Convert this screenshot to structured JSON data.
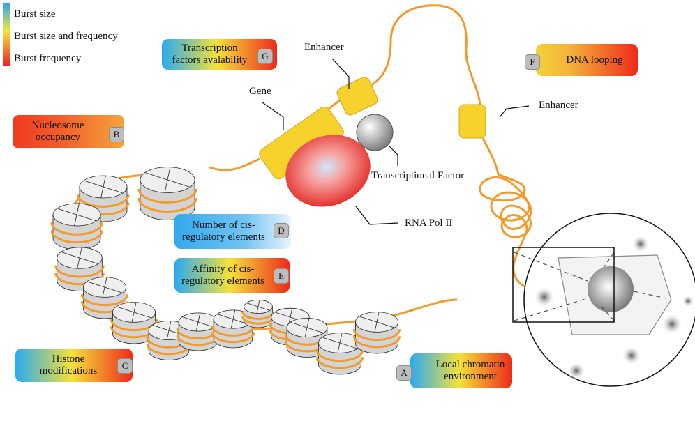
{
  "legend": {
    "items": [
      {
        "label": "Burst size"
      },
      {
        "label": "Burst size and frequency"
      },
      {
        "label": "Burst frequency"
      }
    ]
  },
  "labels": {
    "A": {
      "letter": "A",
      "text": "Local chromatin environment"
    },
    "B": {
      "letter": "B",
      "text": "Nucleosome occupancy"
    },
    "C": {
      "letter": "C",
      "text": "Histone modifications"
    },
    "D": {
      "letter": "D",
      "text": "Number of cis-regulatory elements"
    },
    "E": {
      "letter": "E",
      "text": "Affinity of cis-regulatory elements"
    },
    "F": {
      "letter": "F",
      "text": "DNA looping"
    },
    "G": {
      "letter": "G",
      "text": "Transcription factors avalability"
    }
  },
  "annotations": {
    "enhancer_top": "Enhancer",
    "enhancer_right": "Enhancer",
    "gene": "Gene",
    "tf": "Transcriptional Factor",
    "polii": "RNA Pol II"
  },
  "colors": {
    "dna": "#f39a2a",
    "gene_yellow": "#f7d12c",
    "pol_red": "#e8231f",
    "tf_grey": "#9c9c9c",
    "burst_size": "#2aa7ec",
    "burst_both": "#f2e63a",
    "burst_freq": "#ee2222"
  }
}
